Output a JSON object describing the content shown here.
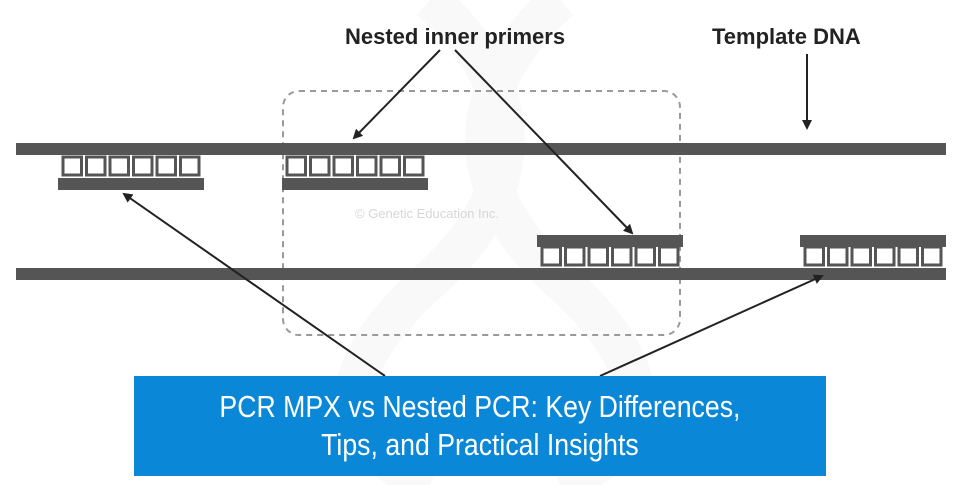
{
  "diagram": {
    "label_nested_primers": "Nested inner primers",
    "label_template_dna": "Template DNA",
    "watermark": "© Genetic Education Inc.",
    "colors": {
      "strand": "#555555",
      "primer": "#555555",
      "arrow": "#222222",
      "box": "#9a9a9a"
    }
  },
  "banner": {
    "title_line1": "PCR MPX vs Nested PCR: Key Differences,",
    "title_line2": "Tips, and Practical Insights",
    "color": "#0a87d6"
  }
}
